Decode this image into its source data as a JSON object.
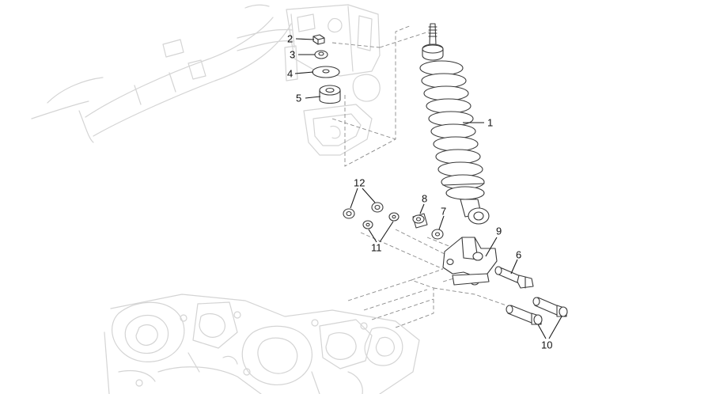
{
  "callouts": {
    "c1": "1",
    "c2": "2",
    "c3": "3",
    "c4": "4",
    "c5": "5",
    "c6": "6",
    "c7": "7",
    "c8": "8",
    "c9": "9",
    "c10": "10",
    "c11": "11",
    "c12": "12"
  },
  "colors": {
    "part_stroke": "#3a3a3a",
    "ghost_stroke": "#d4d4d4",
    "dash_stroke": "#8a8a8a",
    "label": "#111111"
  }
}
